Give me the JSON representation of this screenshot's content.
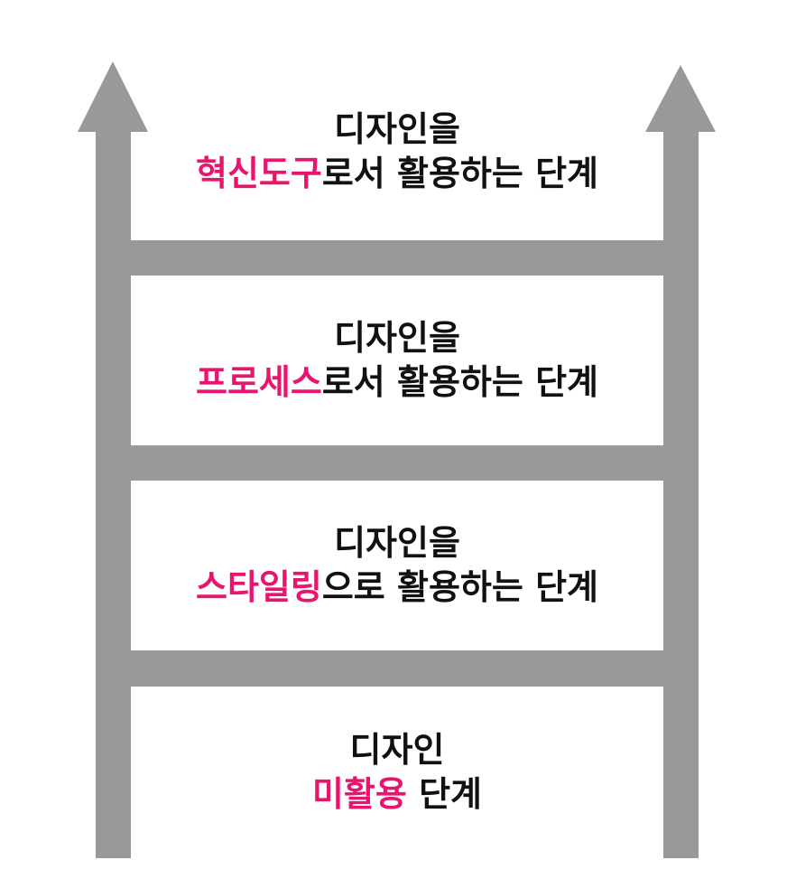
{
  "colors": {
    "ladder": "#999999",
    "highlight": "#e8146e",
    "text": "#111111"
  },
  "stages": [
    {
      "line1": "디자인을",
      "highlight": "혁신도구",
      "suffix": "로서 활용하는 단계"
    },
    {
      "line1": "디자인을",
      "highlight": "프로세스",
      "suffix": "로서 활용하는 단계"
    },
    {
      "line1": "디자인을",
      "highlight": "스타일링",
      "suffix": "으로 활용하는 단계"
    },
    {
      "line1": "디자인",
      "highlight": "미활용",
      "suffix": " 단계"
    }
  ]
}
